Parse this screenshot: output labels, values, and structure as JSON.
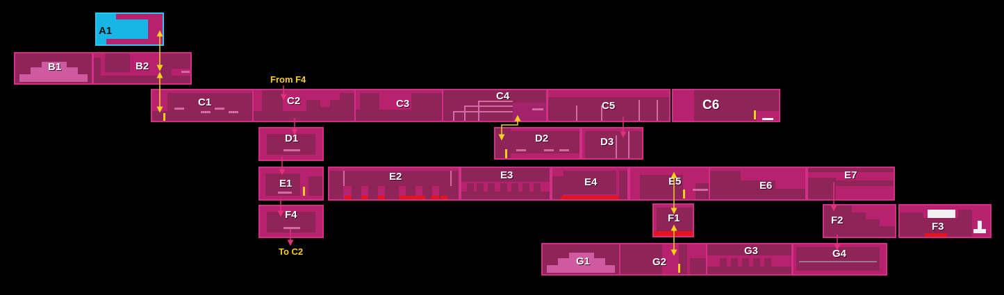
{
  "rooms": {
    "A1": "A1",
    "B1": "B1",
    "B2": "B2",
    "C1": "C1",
    "C2": "C2",
    "C3": "C3",
    "C4": "C4",
    "C5": "C5",
    "C6": "C6",
    "D1": "D1",
    "D2": "D2",
    "D3": "D3",
    "E1": "E1",
    "E2": "E2",
    "E3": "E3",
    "E4": "E4",
    "E5": "E5",
    "E6": "E6",
    "E7": "E7",
    "F1": "F1",
    "F2": "F2",
    "F3": "F3",
    "F4": "F4",
    "G1": "G1",
    "G2": "G2",
    "G3": "G3",
    "G4": "G4"
  },
  "notes": {
    "from_f4": "From F4",
    "to_c2": "To C2"
  },
  "colors": {
    "room_fill": "#b8216e",
    "room_inner": "#8f2459",
    "start_room": "#18b6e6",
    "door": "#f3d21c",
    "hazard": "#e3141c",
    "two_way_link": "#f3d21c",
    "one_way_link": "#e2307f",
    "background": "#000000"
  }
}
